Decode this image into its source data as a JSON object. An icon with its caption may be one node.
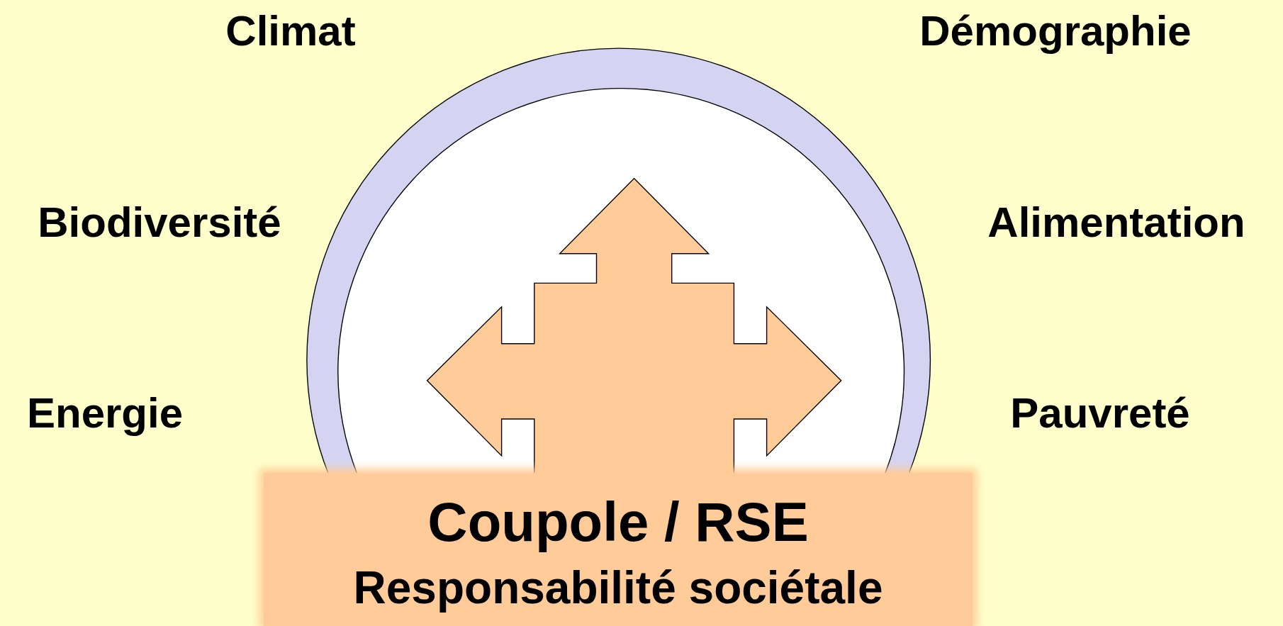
{
  "diagram": {
    "nodes": [
      {
        "text": [
          "Coupole / RSE",
          "Responsabilité sociétale"
        ]
      }
    ],
    "labels": [
      "Climat",
      "Démographie",
      "Biodiversité",
      "Alimentation",
      "Energie",
      "Pauvreté"
    ]
  }
}
